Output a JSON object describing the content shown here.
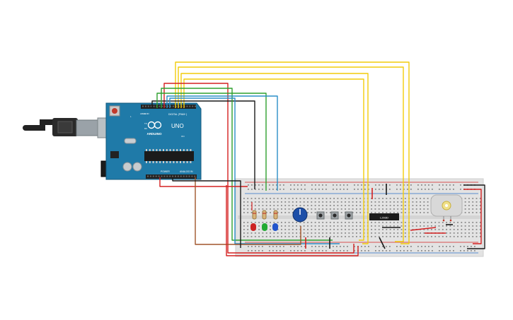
{
  "arduino": {
    "logo_text": "ARDUINO",
    "model_label": "UNO",
    "digital_label": "DIGITAL (PWM~)",
    "power_label": "POWER",
    "analog_label": "ANALOG IN",
    "aref_label": "AREF",
    "gnd_label": "GND",
    "tx_label": "TX",
    "rx_label": "RX",
    "l_label": "L",
    "on_label": "ON"
  },
  "breadboard": {
    "ic_label": "L293D"
  },
  "wire_colors": {
    "red": "#d42020",
    "yellow": "#f2cc0a",
    "green": "#2fa02f",
    "blue": "#2a8fc8",
    "black": "#1a1a1a",
    "brown": "#a0552a"
  },
  "component_colors": {
    "board": "#1d6f9e",
    "breadboard": "#e4e4e4",
    "led_red": "#cc2222",
    "led_green": "#22aa33",
    "led_blue": "#2255cc",
    "potentiometer": "#1d4fa8",
    "motor": "#dcdcdc",
    "motor_shaft": "#e8c832"
  }
}
